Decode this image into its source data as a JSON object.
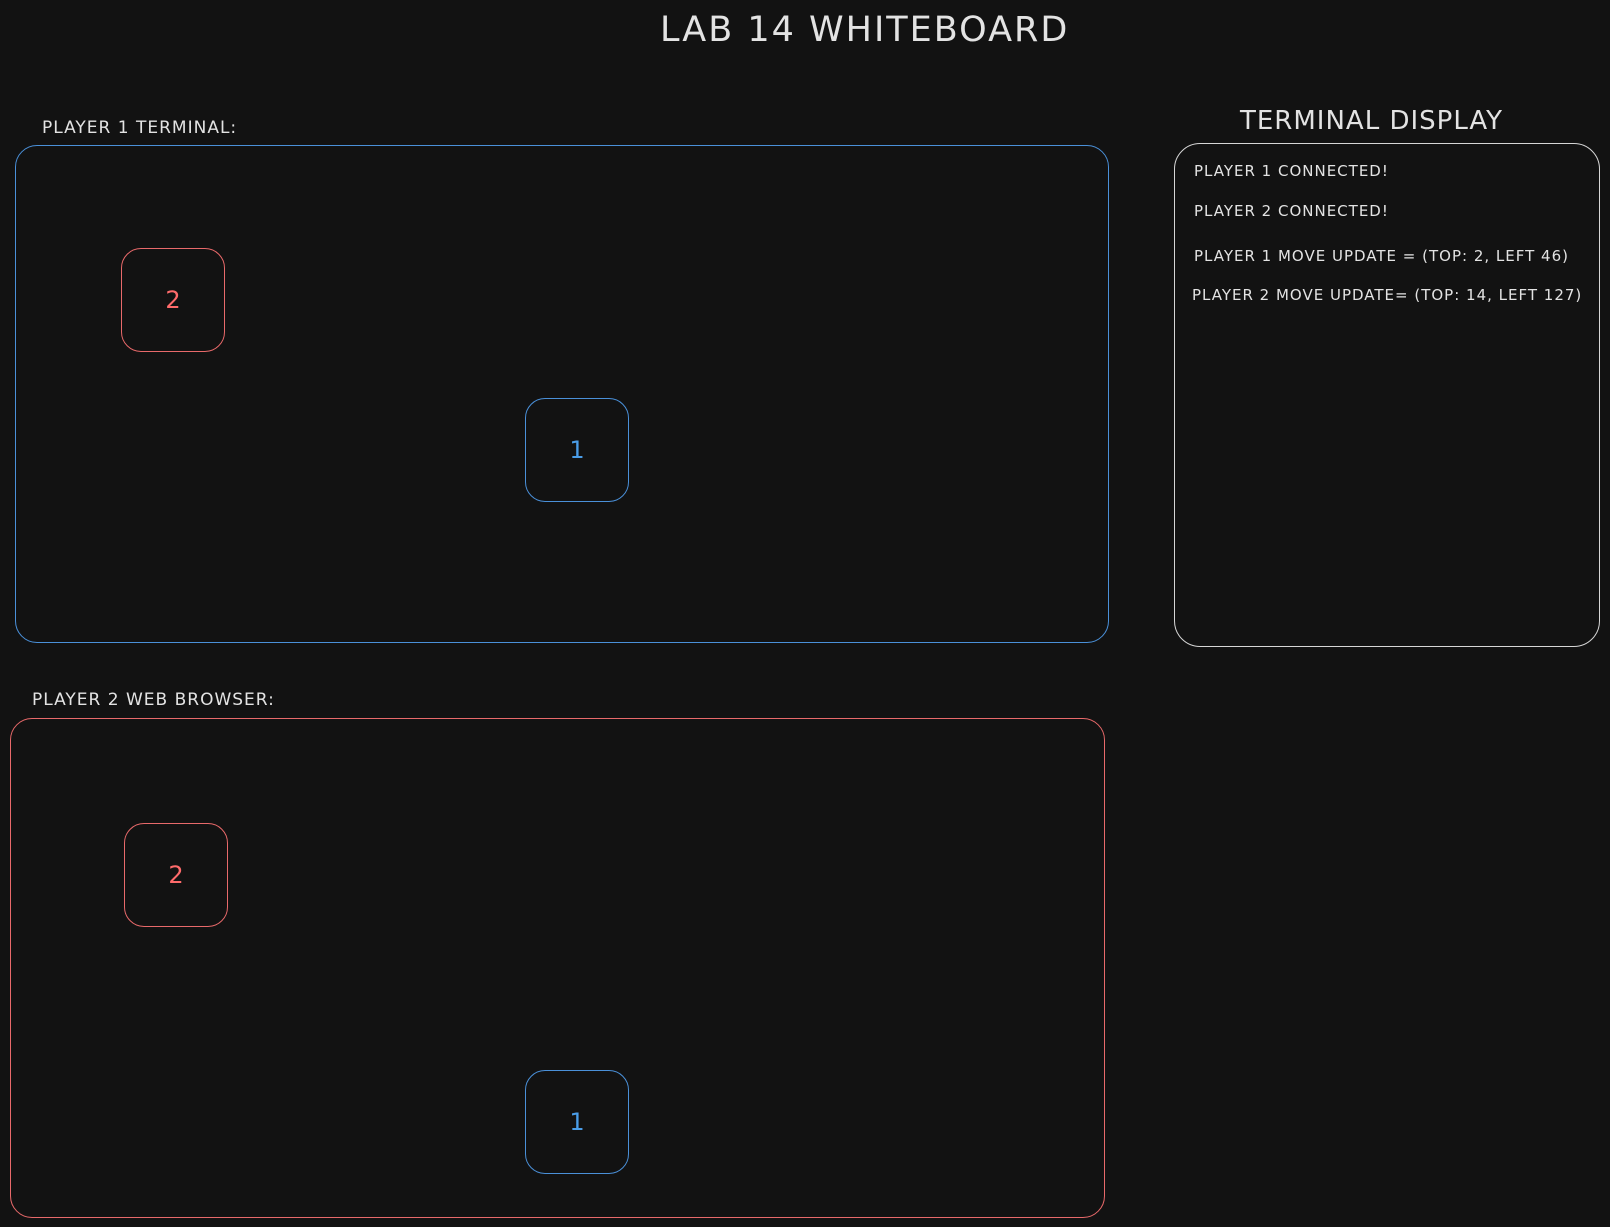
{
  "title": "LAB 14 WHITEBOARD",
  "player1_terminal": {
    "label": "PLAYER 1 TERMINAL:",
    "tiles": {
      "player2": "2",
      "player1": "1"
    }
  },
  "player2_browser": {
    "label": "PLAYER 2 WEB BROWSER:",
    "tiles": {
      "player2": "2",
      "player1": "1"
    }
  },
  "terminal_display": {
    "title": "TERMINAL DISPLAY",
    "lines": [
      "PLAYER 1 CONNECTED!",
      "PLAYER 2 CONNECTED!",
      "PLAYER 1 MOVE UPDATE = (TOP: 2, LEFT 46)",
      "PLAYER 2 MOVE UPDATE= (TOP: 14, LEFT 127)"
    ]
  },
  "colors": {
    "background": "#121212",
    "player1": "#4a90d9",
    "player2": "#e8696a",
    "text": "#e3e3e3"
  }
}
